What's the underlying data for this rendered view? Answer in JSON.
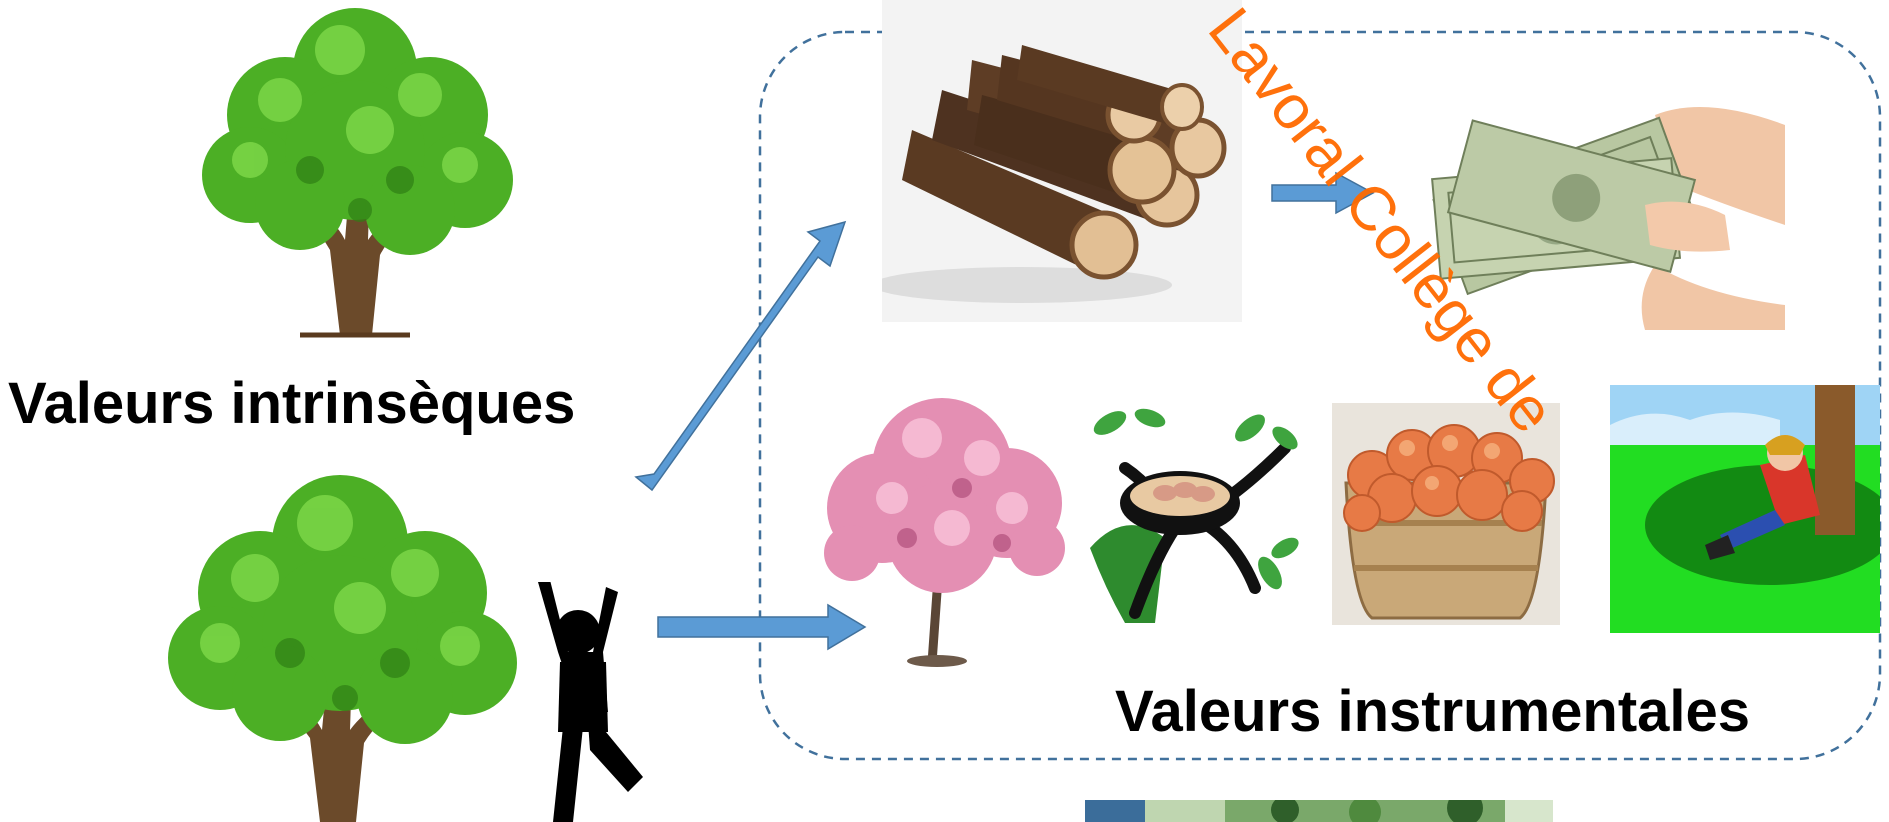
{
  "labels": {
    "intrinsic": "Valeurs intrinsèques",
    "instrumental": "Valeurs instrumentales"
  },
  "watermark": "Lavoral Collège de",
  "colors": {
    "arrow": "#5b9bd5",
    "arrow_stroke": "#41719c",
    "dashed_box": "#41719c",
    "watermark": "#ff6a00",
    "tree_leaf": "#4caf25",
    "tree_trunk": "#6b4a2a"
  },
  "icons": {
    "tree_top": "tree-icon",
    "tree_bottom": "tree-icon",
    "person": "jumping-person-icon",
    "logs": "wood-logs-icon",
    "money": "money-in-hands-icon",
    "blossom": "blossom-tree-icon",
    "nest": "bird-nest-icon",
    "peaches": "peach-basket-icon",
    "shade": "person-resting-under-tree-icon",
    "bottom_photo": "nature-photo-icon"
  }
}
